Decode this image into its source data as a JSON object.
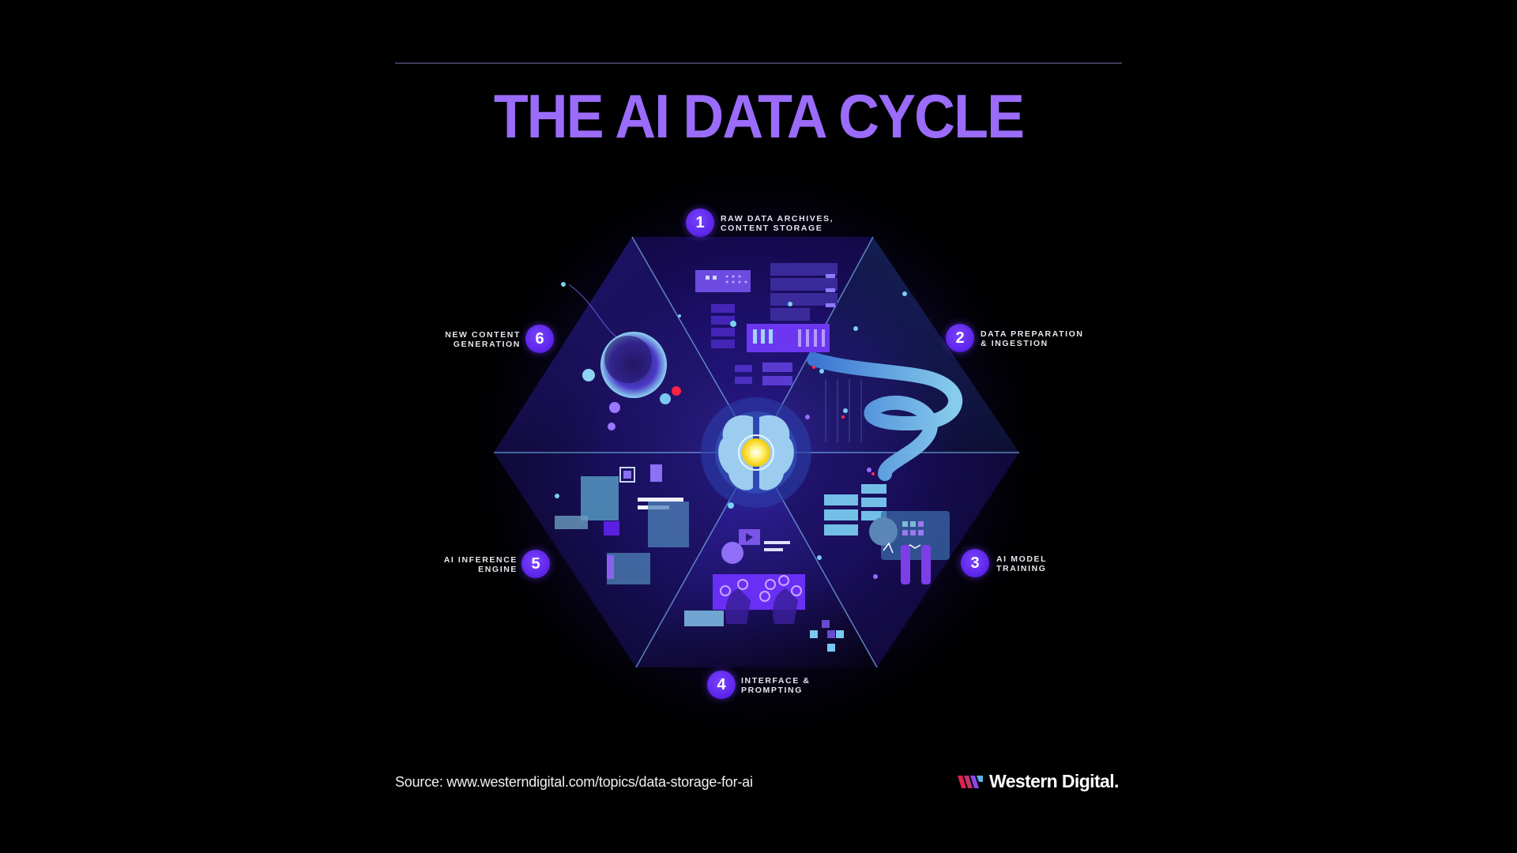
{
  "header": {
    "title": "THE AI DATA CYCLE"
  },
  "cycle": {
    "center": "AI brain with glowing core",
    "stages": [
      {
        "number": "1",
        "label_line1": "RAW DATA ARCHIVES,",
        "label_line2": "CONTENT STORAGE"
      },
      {
        "number": "2",
        "label_line1": "DATA PREPARATION",
        "label_line2": "& INGESTION"
      },
      {
        "number": "3",
        "label_line1": "AI MODEL",
        "label_line2": "TRAINING"
      },
      {
        "number": "4",
        "label_line1": "INTERFACE &",
        "label_line2": "PROMPTING"
      },
      {
        "number": "5",
        "label_line1": "AI INFERENCE",
        "label_line2": "ENGINE"
      },
      {
        "number": "6",
        "label_line1": "NEW CONTENT",
        "label_line2": "GENERATION"
      }
    ]
  },
  "footer": {
    "source": "Source: www.westerndigital.com/topics/data-storage-for-ai",
    "logo_text": "Western Digital."
  },
  "colors": {
    "background": "#000000",
    "title": "#9b6bfa",
    "badge": "#6a34f5",
    "accent_cyan": "#7ad0f0",
    "core_yellow": "#ffe000"
  }
}
